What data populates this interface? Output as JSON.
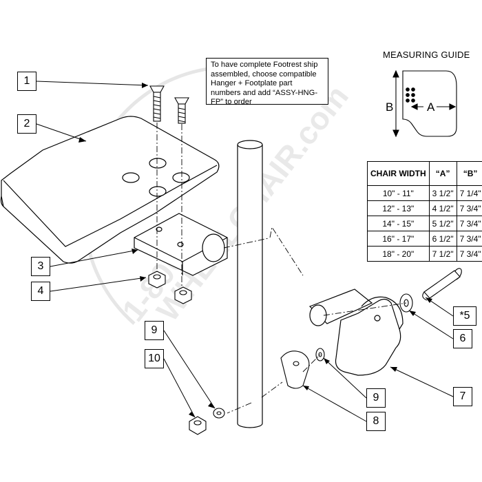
{
  "note": "To have complete Footrest ship assembled, choose compatible Hanger + Footplate part numbers and add “ASSY-HNG-FP” to order",
  "measuring_guide": {
    "title": "MEASURING GUIDE",
    "label_a": "A",
    "label_b": "B"
  },
  "size_table": {
    "headers": [
      "CHAIR WIDTH",
      "“A”",
      "“B”"
    ],
    "rows": [
      [
        "10\" - 11\"",
        "3 1/2\"",
        "7 1/4\""
      ],
      [
        "12\" - 13\"",
        "4 1/2\"",
        "7 3/4\""
      ],
      [
        "14\" - 15\"",
        "5 1/2\"",
        "7 3/4\""
      ],
      [
        "16\" - 17\"",
        "6 1/2\"",
        "7 3/4\""
      ],
      [
        "18\" - 20\"",
        "7 1/2\"",
        "7 3/4\""
      ]
    ]
  },
  "callouts": {
    "c1": "1",
    "c2": "2",
    "c3": "3",
    "c4": "4",
    "c5": "*5",
    "c6": "6",
    "c7": "7",
    "c8": "8",
    "c9a": "9",
    "c9b": "9",
    "c10": "10"
  },
  "watermark": "1-800 WHEELCHAIR.com"
}
